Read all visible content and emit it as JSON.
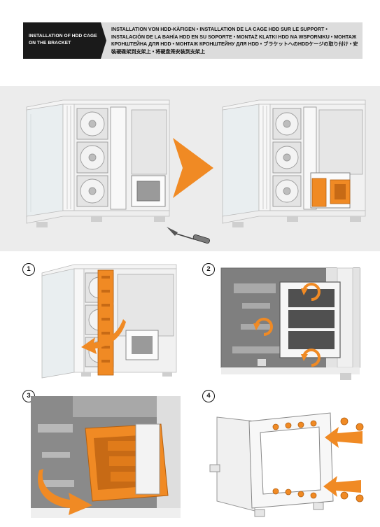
{
  "header": {
    "title_en": "INSTALLATION OF HDD CAGE ON THE BRACKET",
    "translations": "INSTALLATION VON HDD-KÄFIGEN • INSTALLATION DE LA CAGE HDD SUR LE SUPPORT • INSTALACIÓN DE LA BAHÍA HDD EN SU SOPORTE • MONTAŻ KLATKI HDD NA WSPORNIKU • МОНТАЖ КРОНШТЕЙНА ДЛЯ HDD • МОНТАЖ КРОНШТЕЙНУ ДЛЯ HDD • ブラケットへのHDDケージの取り付け • 安裝硬碟架到支架上 • 将硬盘笼安装到支架上"
  },
  "steps": [
    {
      "number": "1"
    },
    {
      "number": "2"
    },
    {
      "number": "3"
    },
    {
      "number": "4"
    }
  ],
  "colors": {
    "accent_orange": "#f08a24",
    "header_black": "#1a1a1a",
    "header_grey": "#dcdcdc",
    "panel_grey": "#ececec"
  },
  "icons": [
    "screwdriver-icon",
    "arrow-right-icon",
    "curved-arrow-icon",
    "rotate-arrow-icon",
    "screw-icon"
  ]
}
